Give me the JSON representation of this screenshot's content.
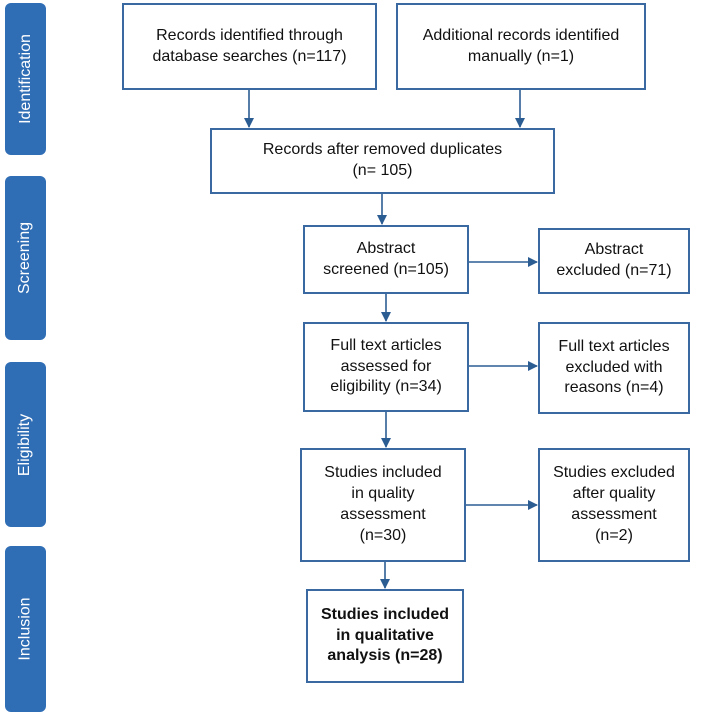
{
  "phases": {
    "identification": "Identification",
    "screening": "Screening",
    "eligibility": "Eligibility",
    "inclusion": "Inclusion"
  },
  "boxes": {
    "db_search": "Records identified through\ndatabase searches (n=117)",
    "manual": "Additional records identified\nmanually (n=1)",
    "dedup": "Records after removed duplicates\n(n= 105)",
    "abstract_screened": "Abstract\nscreened (n=105)",
    "abstract_excluded": "Abstract\nexcluded (n=71)",
    "fulltext_assessed": "Full text articles\nassessed for\neligibility (n=34)",
    "fulltext_excluded": "Full text articles\nexcluded with\nreasons (n=4)",
    "quality_included": "Studies included\nin quality\nassessment\n(n=30)",
    "quality_excluded": "Studies excluded\nafter quality\nassessment\n(n=2)",
    "final_included": "Studies included\nin qualitative\nanalysis (n=28)"
  },
  "colors": {
    "phase_fill": "#2f6db5",
    "box_border": "#3a68a0",
    "arrow": "#2b5d93"
  }
}
